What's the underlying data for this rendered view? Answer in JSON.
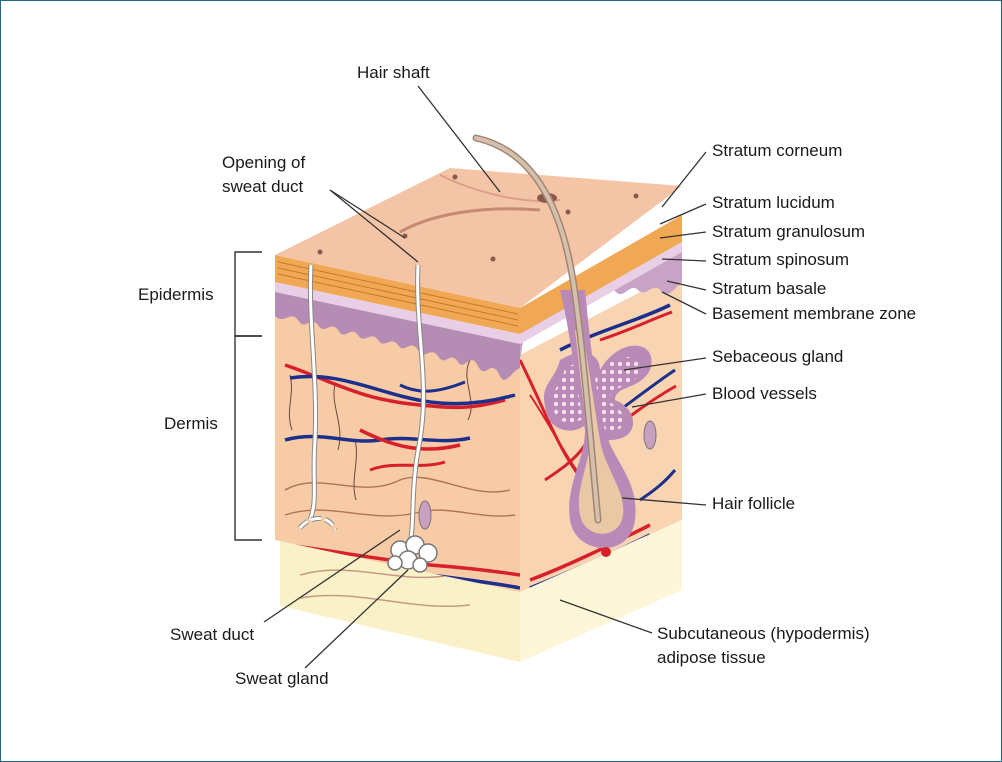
{
  "labels": {
    "hair_shaft": "Hair shaft",
    "opening_line1": "Opening of",
    "opening_line2": "sweat duct",
    "epidermis": "Epidermis",
    "dermis": "Dermis",
    "sweat_duct": "Sweat duct",
    "sweat_gland": "Sweat gland",
    "stratum_corneum": "Stratum corneum",
    "stratum_lucidum": "Stratum lucidum",
    "stratum_granulosum": "Stratum granulosum",
    "stratum_spinosum": "Stratum spinosum",
    "stratum_basale": "Stratum basale",
    "basement_membrane": "Basement membrane zone",
    "sebaceous_gland": "Sebaceous gland",
    "blood_vessels": "Blood vessels",
    "hair_follicle": "Hair follicle",
    "subcutaneous_line1": "Subcutaneous (hypodermis)",
    "subcutaneous_line2": "adipose tissue"
  },
  "colors": {
    "border": "#1d6a8a",
    "surface": "#f3c4a6",
    "stratum_corneum": "#f0a855",
    "spinosum": "#b48cb4",
    "dermis": "#f6cba6",
    "hypodermis": "#fbf1c8",
    "artery": "#d8202a",
    "vein": "#1d2f8c",
    "gland": "#b98ab8"
  }
}
